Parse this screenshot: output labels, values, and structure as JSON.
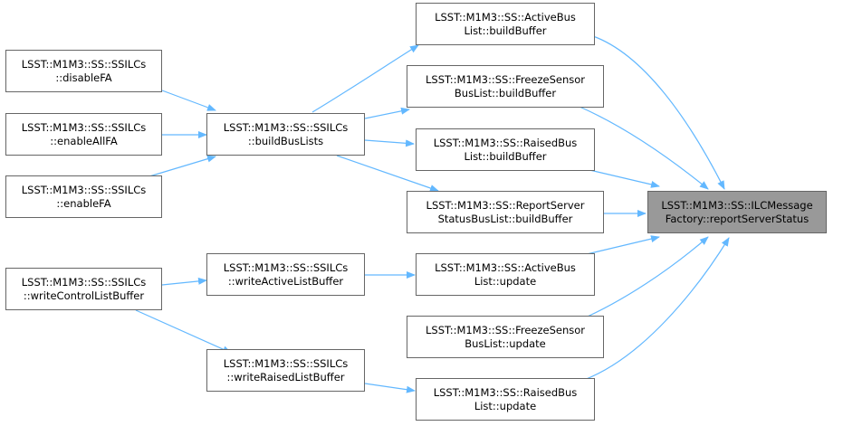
{
  "nodes": {
    "focus": {
      "line1": "LSST::M1M3::SS::ILCMessage",
      "line2": "Factory::reportServerStatus"
    },
    "active_build": {
      "line1": "LSST::M1M3::SS::ActiveBus",
      "line2": "List::buildBuffer"
    },
    "freeze_build": {
      "line1": "LSST::M1M3::SS::FreezeSensor",
      "line2": "BusList::buildBuffer"
    },
    "raised_build": {
      "line1": "LSST::M1M3::SS::RaisedBus",
      "line2": "List::buildBuffer"
    },
    "report_build": {
      "line1": "LSST::M1M3::SS::ReportServer",
      "line2": "StatusBusList::buildBuffer"
    },
    "active_update": {
      "line1": "LSST::M1M3::SS::ActiveBus",
      "line2": "List::update"
    },
    "freeze_update": {
      "line1": "LSST::M1M3::SS::FreezeSensor",
      "line2": "BusList::update"
    },
    "raised_update": {
      "line1": "LSST::M1M3::SS::RaisedBus",
      "line2": "List::update"
    },
    "build_bus_lists": {
      "line1": "LSST::M1M3::SS::SSILCs",
      "line2": "::buildBusLists"
    },
    "write_active": {
      "line1": "LSST::M1M3::SS::SSILCs",
      "line2": "::writeActiveListBuffer"
    },
    "write_raised": {
      "line1": "LSST::M1M3::SS::SSILCs",
      "line2": "::writeRaisedListBuffer"
    },
    "disable_fa": {
      "line1": "LSST::M1M3::SS::SSILCs",
      "line2": "::disableFA"
    },
    "enable_all_fa": {
      "line1": "LSST::M1M3::SS::SSILCs",
      "line2": "::enableAllFA"
    },
    "enable_fa": {
      "line1": "LSST::M1M3::SS::SSILCs",
      "line2": "::enableFA"
    },
    "write_control": {
      "line1": "LSST::M1M3::SS::SSILCs",
      "line2": "::writeControlListBuffer"
    }
  },
  "edges": [
    {
      "from": "active_build",
      "to": "focus"
    },
    {
      "from": "freeze_build",
      "to": "focus"
    },
    {
      "from": "raised_build",
      "to": "focus"
    },
    {
      "from": "report_build",
      "to": "focus"
    },
    {
      "from": "active_update",
      "to": "focus"
    },
    {
      "from": "freeze_update",
      "to": "focus"
    },
    {
      "from": "raised_update",
      "to": "focus"
    },
    {
      "from": "build_bus_lists",
      "to": "active_build"
    },
    {
      "from": "build_bus_lists",
      "to": "freeze_build"
    },
    {
      "from": "build_bus_lists",
      "to": "raised_build"
    },
    {
      "from": "build_bus_lists",
      "to": "report_build"
    },
    {
      "from": "disable_fa",
      "to": "build_bus_lists"
    },
    {
      "from": "enable_all_fa",
      "to": "build_bus_lists"
    },
    {
      "from": "enable_fa",
      "to": "build_bus_lists"
    },
    {
      "from": "write_active",
      "to": "active_update"
    },
    {
      "from": "write_raised",
      "to": "raised_update"
    },
    {
      "from": "write_control",
      "to": "write_active"
    },
    {
      "from": "write_control",
      "to": "write_raised"
    }
  ],
  "colors": {
    "edge": "#63b8ff",
    "node_border": "#666666",
    "focus_fill": "#999999"
  }
}
